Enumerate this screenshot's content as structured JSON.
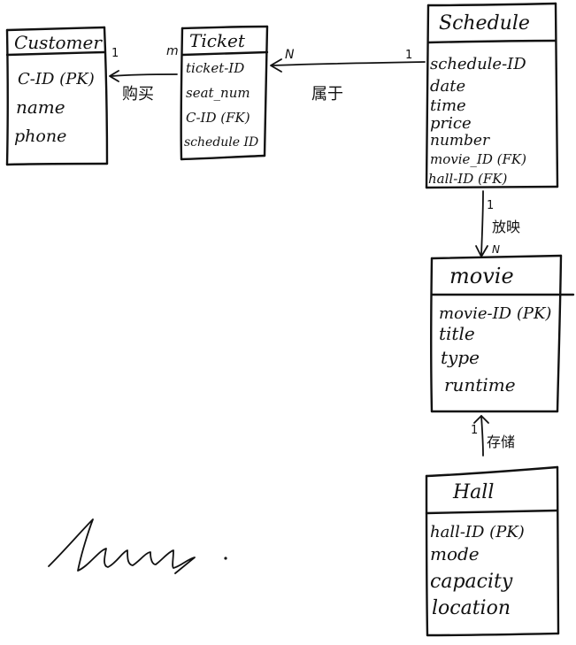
{
  "entities": {
    "customer": {
      "title": "Customer",
      "fields": [
        "C-ID (PK)",
        "name",
        "phone"
      ]
    },
    "ticket": {
      "title": "Ticket",
      "fields": [
        "ticket-ID",
        "seat_num",
        "C-ID (FK)",
        "schedule ID"
      ]
    },
    "schedule": {
      "title": "Schedule",
      "fields": [
        "schedule-ID",
        "date",
        "time",
        "price",
        "number",
        "movie_ID (FK)",
        "hall-ID (FK)"
      ]
    },
    "movie": {
      "title": "movie",
      "fields": [
        "movie-ID (PK)",
        "title",
        "type",
        "runtime"
      ]
    },
    "hall": {
      "title": "Hall",
      "fields": [
        "hall-ID (PK)",
        "mode",
        "capacity",
        "location"
      ]
    }
  },
  "relationships": {
    "ticket_customer": {
      "label": "购买",
      "left_card": "1",
      "right_card": "m"
    },
    "schedule_ticket": {
      "label": "属于",
      "left_card": "N",
      "right_card": "1"
    },
    "schedule_movie": {
      "label": "放映",
      "top_card": "1",
      "bottom_card": "N"
    },
    "movie_hall": {
      "label": "存储",
      "card": "1"
    }
  },
  "signature": {
    "text": "Luuz"
  },
  "colors": {
    "ink": "#111111",
    "paper": "#ffffff"
  }
}
